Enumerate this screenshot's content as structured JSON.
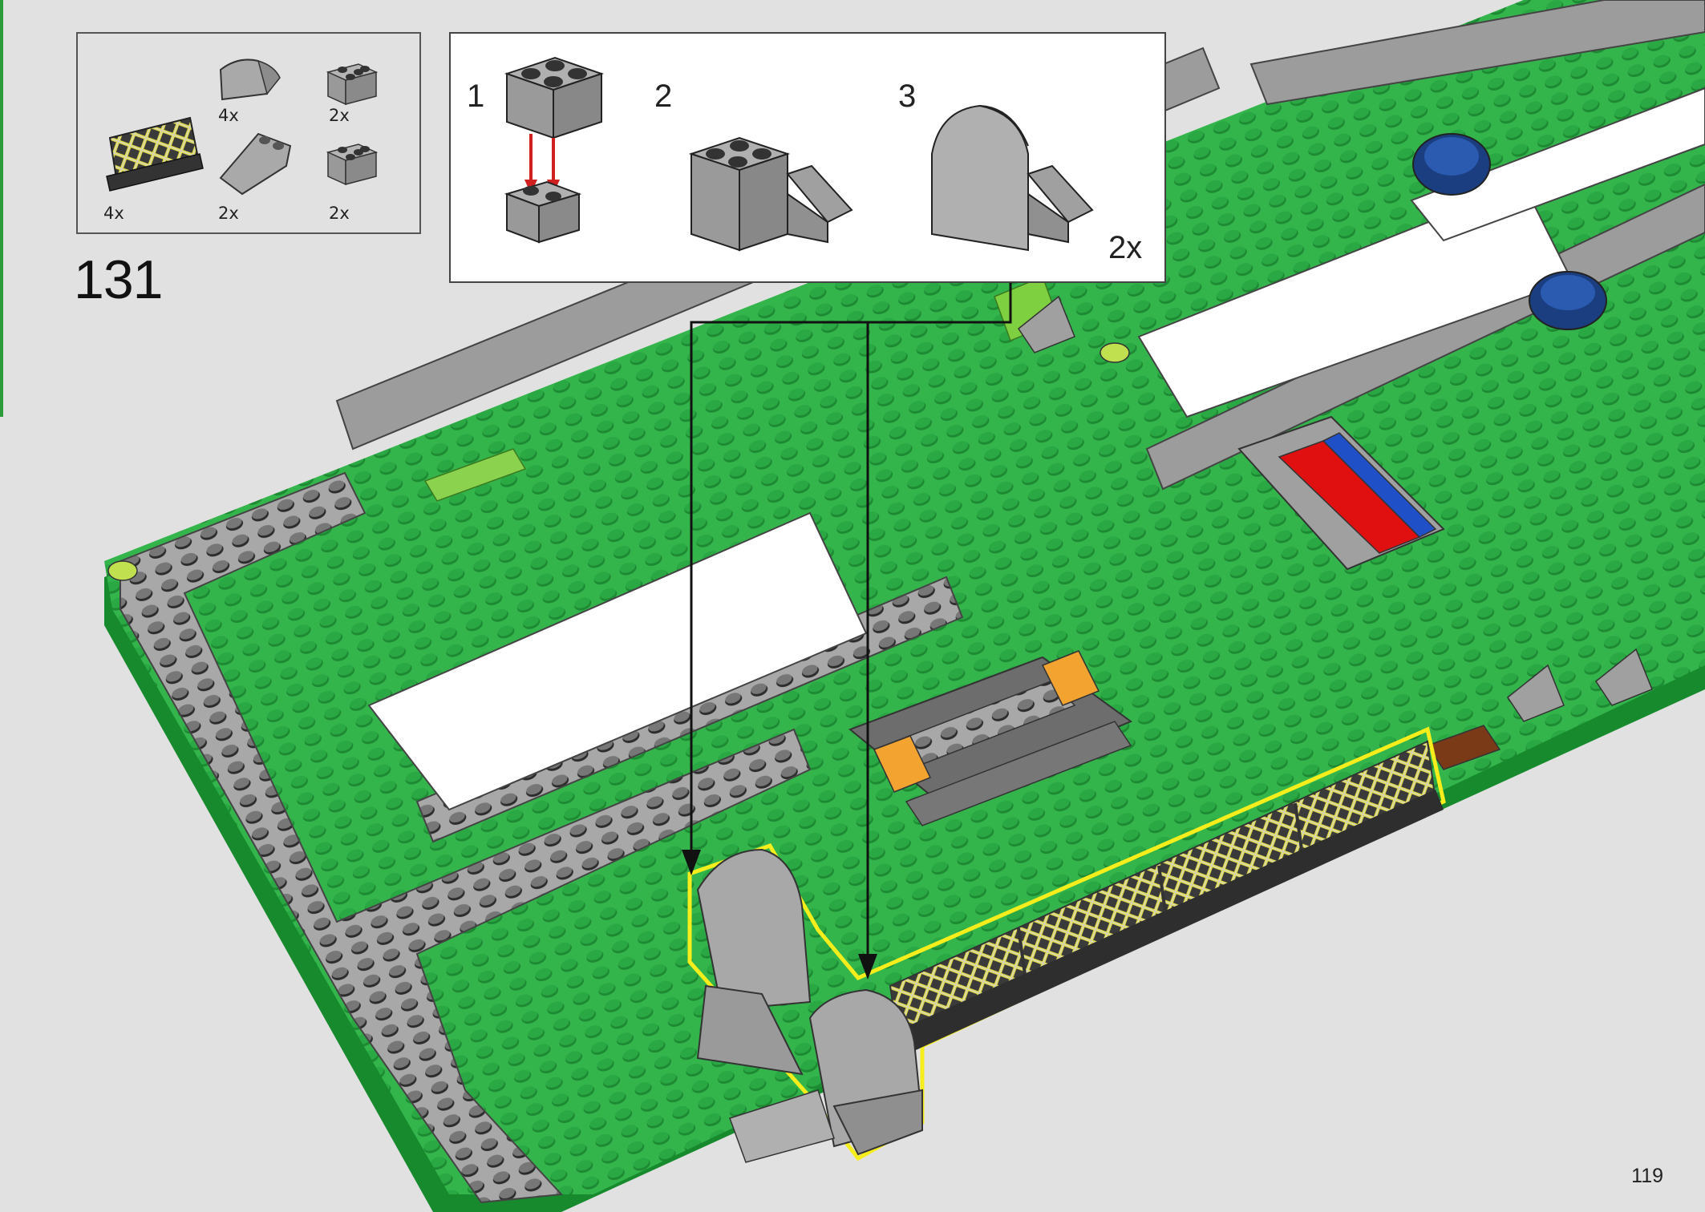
{
  "step": {
    "number": "131"
  },
  "page": {
    "number": "119"
  },
  "parts_list": [
    {
      "part": "slope-curved-2x1",
      "qty": "4x"
    },
    {
      "part": "brick-2x2-with-side",
      "qty": "2x"
    },
    {
      "part": "fence-lattice-1x4",
      "qty": "4x"
    },
    {
      "part": "slope-wedge-2x2",
      "qty": "2x"
    },
    {
      "part": "brick-2x2",
      "qty": "2x"
    }
  ],
  "substeps": {
    "labels": [
      "1",
      "2",
      "3"
    ],
    "multiplier": "2x"
  },
  "colors": {
    "baseplate_green": "#31b34a",
    "stud_green": "#1f8f36",
    "light_gray": "#a0a0a0",
    "dark_gray": "#5d5d5d",
    "highlight_yellow": "#f6ee1c",
    "arrow_red": "#d02020",
    "tile_orange": "#f3a330",
    "tile_red": "#e01010",
    "tile_blue": "#2050c8",
    "tile_brown": "#7a3a18"
  }
}
